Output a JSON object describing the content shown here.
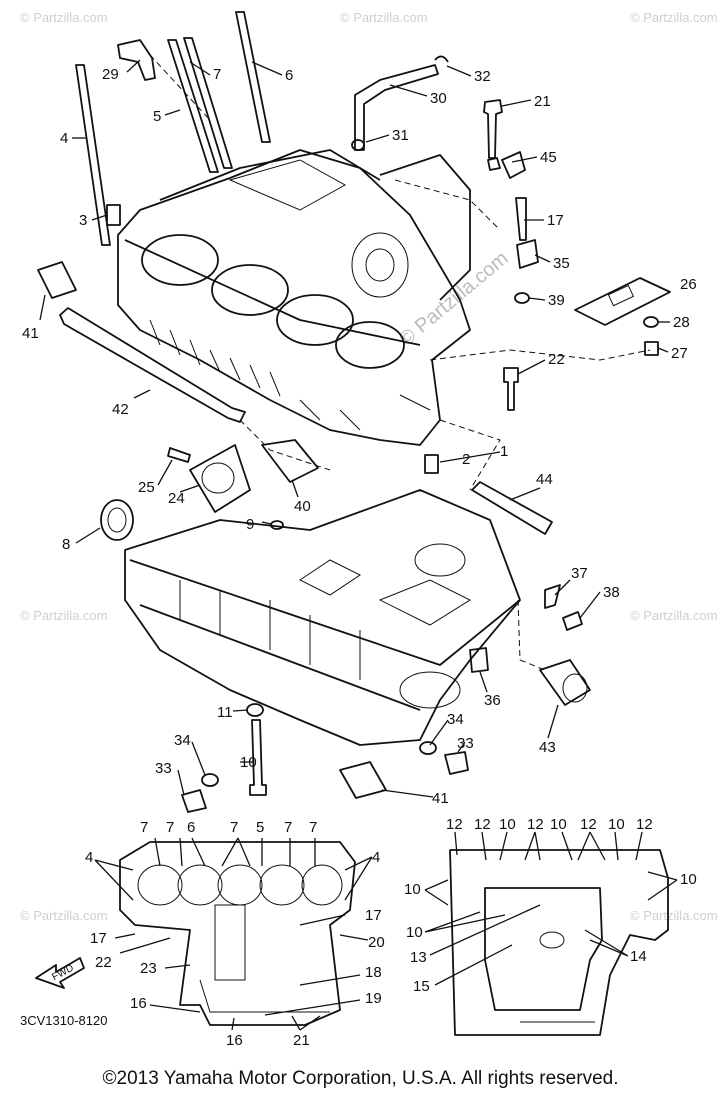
{
  "watermark": "© Partzilla.com",
  "copyright": "©2013 Yamaha Motor Corporation, U.S.A. All rights reserved.",
  "drawing_code": "3CV1310-8120",
  "fwd_label": "FWD",
  "callouts": {
    "c29": "29",
    "c7a": "7",
    "c6a": "6",
    "c32": "32",
    "c30": "30",
    "c21a": "21",
    "c5a": "5",
    "c4a": "4",
    "c31": "31",
    "c45": "45",
    "c3": "3",
    "c17a": "17",
    "c35": "35",
    "c26": "26",
    "c41a": "41",
    "c39": "39",
    "c28": "28",
    "c27": "27",
    "c22a": "22",
    "c42": "42",
    "c1": "1",
    "c2": "2",
    "c25": "25",
    "c24": "24",
    "c40": "40",
    "c44": "44",
    "c9": "9",
    "c8": "8",
    "c37": "37",
    "c38": "38",
    "c36": "36",
    "c43": "43",
    "c11": "11",
    "c34a": "34",
    "c34b": "34",
    "c33a": "33",
    "c10a": "10",
    "c33b": "33",
    "c41b": "41",
    "g7a": "7",
    "g7b": "7",
    "g6": "6",
    "g7c": "7",
    "g5": "5",
    "g7d": "7",
    "g7e": "7",
    "g4a": "4",
    "g4b": "4",
    "g17": "17",
    "g20": "20",
    "g18": "18",
    "g19": "19",
    "g17b": "17",
    "g22": "22",
    "g23": "23",
    "g16a": "16",
    "g16b": "16",
    "g21": "21",
    "r12a": "12",
    "r12b": "12",
    "r10a": "10",
    "r12c": "12",
    "r10b": "10",
    "r12d": "12",
    "r10c": "10",
    "r12e": "12",
    "r10d": "10",
    "r10e": "10",
    "r10f": "10",
    "r13": "13",
    "r14": "14",
    "r15": "15"
  }
}
